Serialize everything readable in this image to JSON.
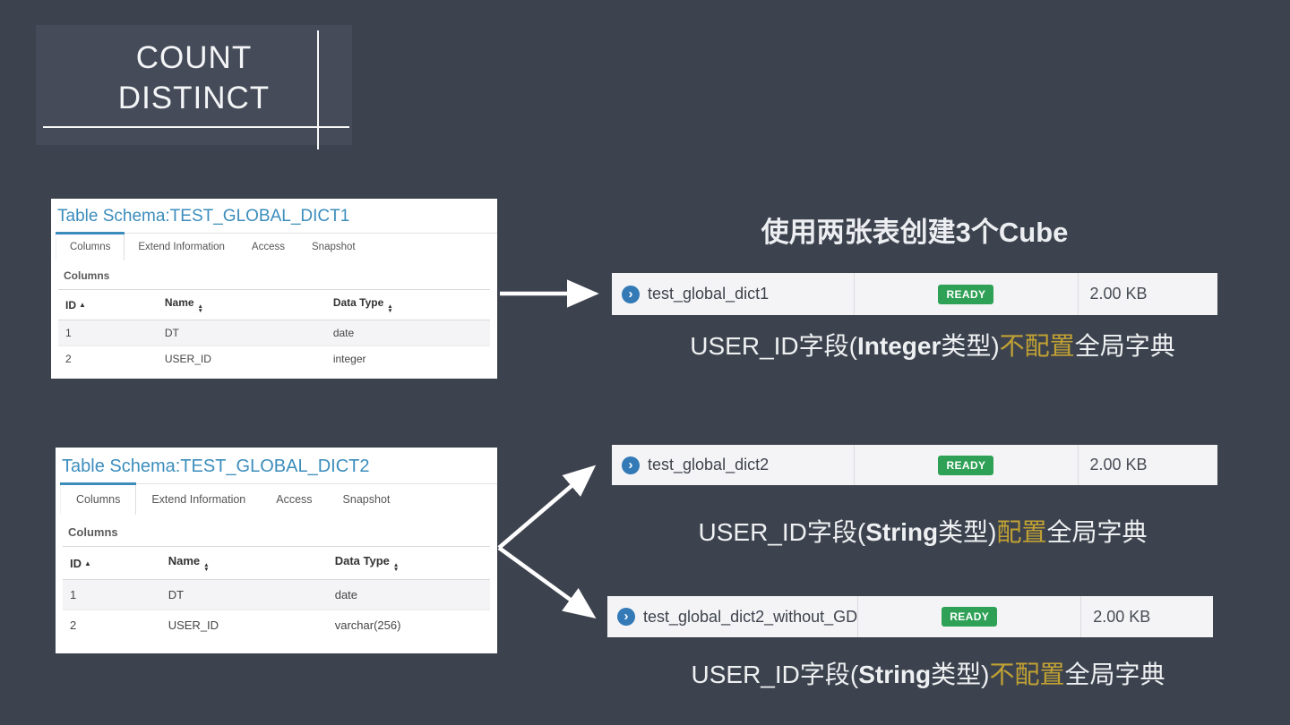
{
  "slide": {
    "title_line1": "COUNT",
    "title_line2": "DISTINCT",
    "heading": "使用两张表创建3个Cube"
  },
  "icons": {
    "chevron_circle_right": "›",
    "sort_ascending": "▲",
    "sort_up": "▲",
    "sort_down": "▼"
  },
  "tables": [
    {
      "title": "Table Schema:TEST_GLOBAL_DICT1",
      "tabs": [
        "Columns",
        "Extend Information",
        "Access",
        "Snapshot"
      ],
      "active_tab": "Columns",
      "section_label": "Columns",
      "headers": [
        "ID",
        "Name",
        "Data Type"
      ],
      "rows": [
        [
          "1",
          "DT",
          "date"
        ],
        [
          "2",
          "USER_ID",
          "integer"
        ]
      ]
    },
    {
      "title": "Table Schema:TEST_GLOBAL_DICT2",
      "tabs": [
        "Columns",
        "Extend Information",
        "Access",
        "Snapshot"
      ],
      "active_tab": "Columns",
      "section_label": "Columns",
      "headers": [
        "ID",
        "Name",
        "Data Type"
      ],
      "rows": [
        [
          "1",
          "DT",
          "date"
        ],
        [
          "2",
          "USER_ID",
          "varchar(256)"
        ]
      ]
    }
  ],
  "cubes": [
    {
      "name": "test_global_dict1",
      "status": "READY",
      "size": "2.00 KB"
    },
    {
      "name": "test_global_dict2",
      "status": "READY",
      "size": "2.00 KB"
    },
    {
      "name": "test_global_dict2_without_GD",
      "status": "READY",
      "size": "2.00 KB"
    }
  ],
  "annotations": [
    {
      "pre": "USER_ID字段(",
      "type": "Integer",
      "mid": "类型)",
      "emph": "不配置",
      "post": "全局字典"
    },
    {
      "pre": "USER_ID字段(",
      "type": "String",
      "mid": "类型)",
      "emph": "配置",
      "post": "全局字典"
    },
    {
      "pre": "USER_ID字段(",
      "type": "String",
      "mid": "类型)",
      "emph": "不配置",
      "post": "全局字典"
    }
  ],
  "colors": {
    "background": "#3d434e",
    "title_block": "#454b58",
    "panel_title_blue": "#3c8dbc",
    "ready_green": "#2fa156",
    "chevron_blue": "#337ab7",
    "highlight_yellow": "#c2a233",
    "arrow_white": "#ffffff",
    "striped_row": "#f4f4f6"
  }
}
